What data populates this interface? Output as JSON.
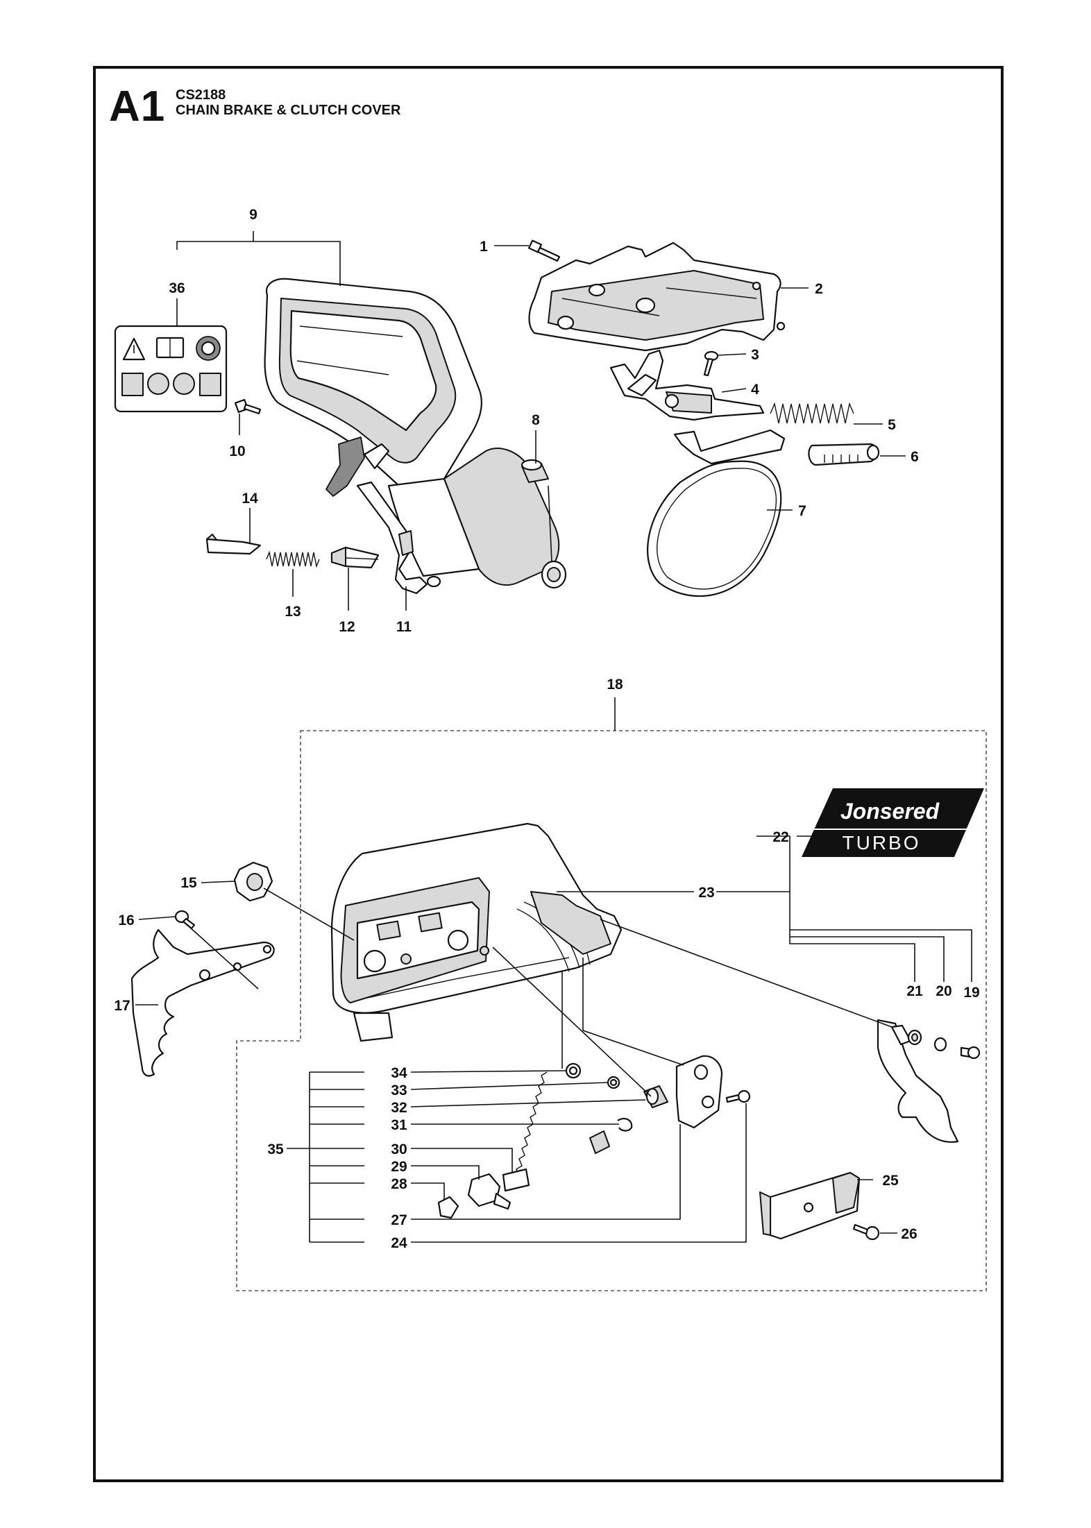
{
  "header": {
    "section_code": "A1",
    "model": "CS2188",
    "title": "CHAIN BRAKE & CLUTCH COVER"
  },
  "callouts": [
    "1",
    "2",
    "3",
    "4",
    "5",
    "6",
    "7",
    "8",
    "9",
    "10",
    "11",
    "12",
    "13",
    "14",
    "15",
    "16",
    "17",
    "18",
    "19",
    "20",
    "21",
    "22",
    "23",
    "24",
    "25",
    "26",
    "27",
    "28",
    "29",
    "30",
    "31",
    "32",
    "33",
    "34",
    "35",
    "36"
  ],
  "brand_logo": {
    "brand": "Jonsered",
    "model_badge": "TURBO"
  },
  "colors": {
    "line": "#111111",
    "fill_light": "#d9d9d9",
    "fill_dark": "#8a8a8a",
    "logo_bg": "#111111"
  }
}
